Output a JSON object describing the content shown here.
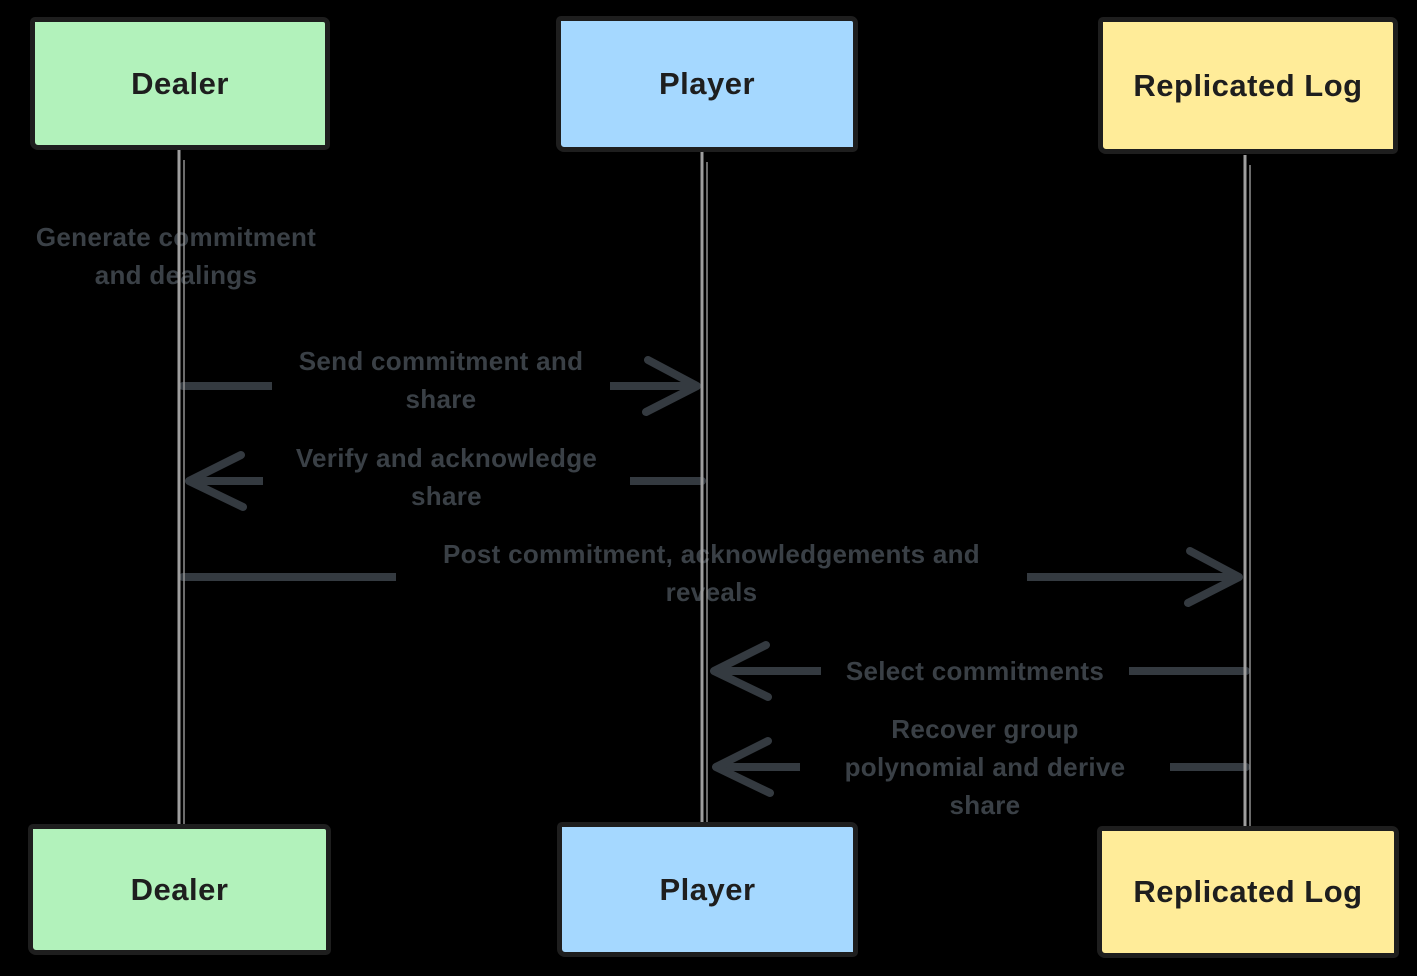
{
  "diagram": {
    "kind": "sequence-diagram",
    "actors": [
      {
        "id": "dealer",
        "label": "Dealer",
        "fill": "#b2f2bb"
      },
      {
        "id": "player",
        "label": "Player",
        "fill": "#a5d8ff"
      },
      {
        "id": "replicated-log",
        "label": "Replicated Log",
        "fill": "#ffec99"
      }
    ],
    "messages": [
      {
        "from": "dealer",
        "to": "dealer",
        "kind": "self-note",
        "label": "Generate commitment\nand dealings"
      },
      {
        "from": "dealer",
        "to": "player",
        "kind": "arrow-right",
        "label": "Send commitment and\nshare"
      },
      {
        "from": "player",
        "to": "dealer",
        "kind": "arrow-left",
        "label": "Verify and acknowledge\nshare"
      },
      {
        "from": "dealer",
        "to": "replicated-log",
        "kind": "arrow-right",
        "label": "Post commitment, acknowledgements and\nreveals"
      },
      {
        "from": "replicated-log",
        "to": "player",
        "kind": "arrow-left",
        "label": "Select commitments"
      },
      {
        "from": "replicated-log",
        "to": "player",
        "kind": "arrow-left",
        "label": "Recover group\npolynomial and derive\nshare"
      }
    ],
    "colors": {
      "background": "#000000",
      "dealer_fill": "#b2f2bb",
      "player_fill": "#a5d8ff",
      "replicated_log_fill": "#ffec99",
      "box_border": "#1e1e1e",
      "box_text": "#1e1e1e",
      "lifeline": "#9e9e9e",
      "message_ink": "#3a4046"
    }
  }
}
